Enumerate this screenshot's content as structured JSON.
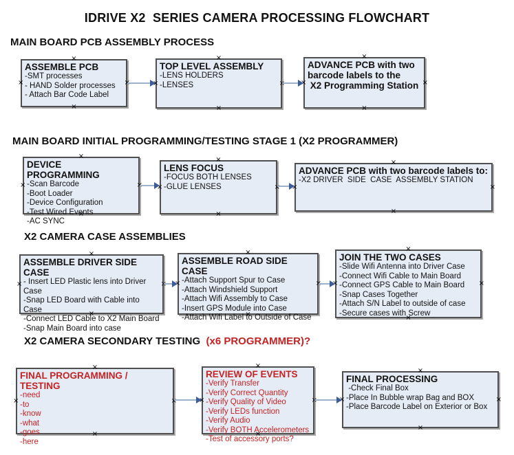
{
  "title": "IDRIVE X2  SERIES CAMERA PROCESSING FLOWCHART",
  "colors": {
    "box_fill": "#e6ecf6",
    "box_border": "#4f4f4f",
    "red_accent": "#c32323",
    "arrow_line": "#9cb1ca",
    "arrow_head": "#3d5c9c"
  },
  "sections": [
    {
      "header": "MAIN BOARD PCB ASSEMBLY PROCESS",
      "boxes": [
        {
          "title": "ASSEMBLE PCB",
          "items": [
            "-SMT processes",
            "- HAND Solder processes",
            "- Attach Bar Code Label"
          ]
        },
        {
          "title": "TOP LEVEL ASSEMBLY",
          "items": [
            "-LENS HOLDERS",
            "-LENSES"
          ]
        },
        {
          "title": "ADVANCE PCB with two\nbarcode labels to the\n X2 Programming Station",
          "items": []
        }
      ]
    },
    {
      "header": "MAIN BOARD INITIAL PROGRAMMING/TESTING STAGE 1 (X2 PROGRAMMER)",
      "boxes": [
        {
          "title": "DEVICE PROGRAMMING",
          "items": [
            "-Scan Barcode",
            "-Boot Loader",
            "-Device Configuration",
            "-Test Wired Events",
            "-AC SYNC"
          ]
        },
        {
          "title": "LENS FOCUS",
          "items": [
            "-FOCUS BOTH LENSES",
            "-GLUE LENSES"
          ]
        },
        {
          "title": "ADVANCE PCB with two barcode labels to:",
          "items": [
            "-X2 DRIVER  SIDE  CASE  ASSEMBLY STATION"
          ]
        }
      ]
    },
    {
      "header": "X2 CAMERA CASE ASSEMBLIES",
      "boxes": [
        {
          "title": "ASSEMBLE DRIVER SIDE CASE",
          "items": [
            "- Insert LED Plastic lens into Driver Case",
            "-Snap LED Board with Cable into Case",
            "-Connect LED Cable to X2 Main Board",
            "-Snap Main Board into case"
          ]
        },
        {
          "title": "ASSEMBLE ROAD SIDE CASE",
          "items": [
            "-Attach Support Spur to Case",
            "-Attach Windshield Support",
            "-Attach Wifi Assembly to Case",
            "-Insert GPS Module into Case",
            "-Attach Wifi Label to Outside of Case"
          ]
        },
        {
          "title": "JOIN THE TWO CASES",
          "items": [
            "-Slide Wifi Antenna into Driver Case",
            "-Connect Wifi Cable to Main Board",
            "-Connect GPS Cable to Main Board",
            "-Snap Cases Together",
            "-Attach S/N Label to outside of case",
            "-Secure cases with Screw"
          ]
        }
      ]
    },
    {
      "header": "X2 CAMERA SECONDARY TESTING ",
      "header_red": " (x6 PROGRAMMER)?",
      "boxes": [
        {
          "title": "FINAL PROGRAMMING / TESTING",
          "items": [
            "-need",
            "-to",
            "-know",
            "-what",
            "-goes",
            "-here"
          ]
        },
        {
          "title": "REVIEW OF EVENTS",
          "items": [
            "-Verify Transfer",
            "-Verify Correct Quantity",
            "-Verify Quality of Video",
            "-Verify LEDs function",
            "-Verify Audio",
            "-Verify BOTH Accelerometers",
            "-Test of accessory ports?"
          ]
        },
        {
          "title": "FINAL PROCESSING",
          "items": [
            " -Check Final Box",
            "-Place In Bubble wrap Bag and BOX",
            "-Place Barcode Label on Exterior or Box"
          ]
        }
      ]
    }
  ]
}
